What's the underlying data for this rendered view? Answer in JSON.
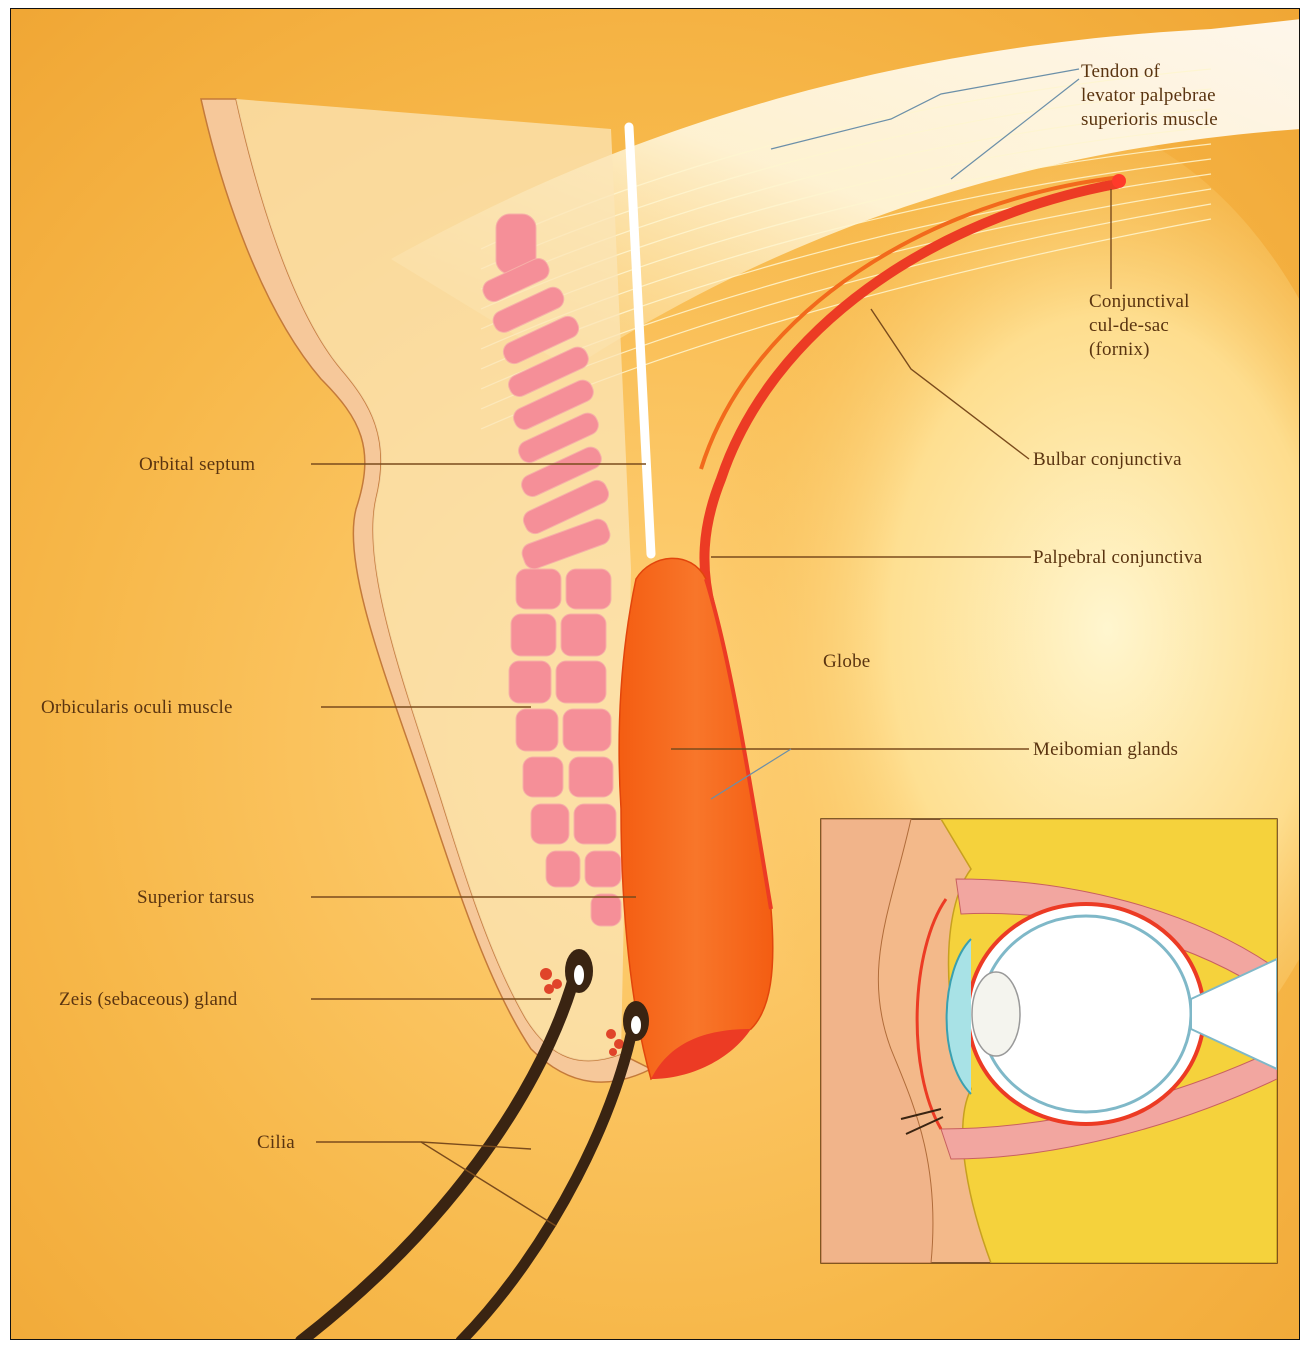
{
  "labels": {
    "tendon": [
      "Tendon of",
      "levator palpebrae",
      "superioris muscle"
    ],
    "fornix": [
      "Conjunctival",
      "cul-de-sac",
      "(fornix)"
    ],
    "bulbar": "Bulbar conjunctiva",
    "palpebral": "Palpebral conjunctiva",
    "globe": "Globe",
    "meibomian": "Meibomian glands",
    "septum": "Orbital septum",
    "orbicularis": "Orbicularis oculi muscle",
    "tarsus": "Superior tarsus",
    "zeis": "Zeis (sebaceous) gland",
    "cilia": "Cilia"
  },
  "colors": {
    "background": "#f5b240",
    "skin": "#f6c89a",
    "muscle": "#f58f98",
    "tarsus": "#f26a1c",
    "conjunctiva": "#ec3b24",
    "glow": "#fff8d8",
    "lash": "#3a2412",
    "fat": "#f5d23c"
  },
  "inset": {
    "description_visible": false
  }
}
